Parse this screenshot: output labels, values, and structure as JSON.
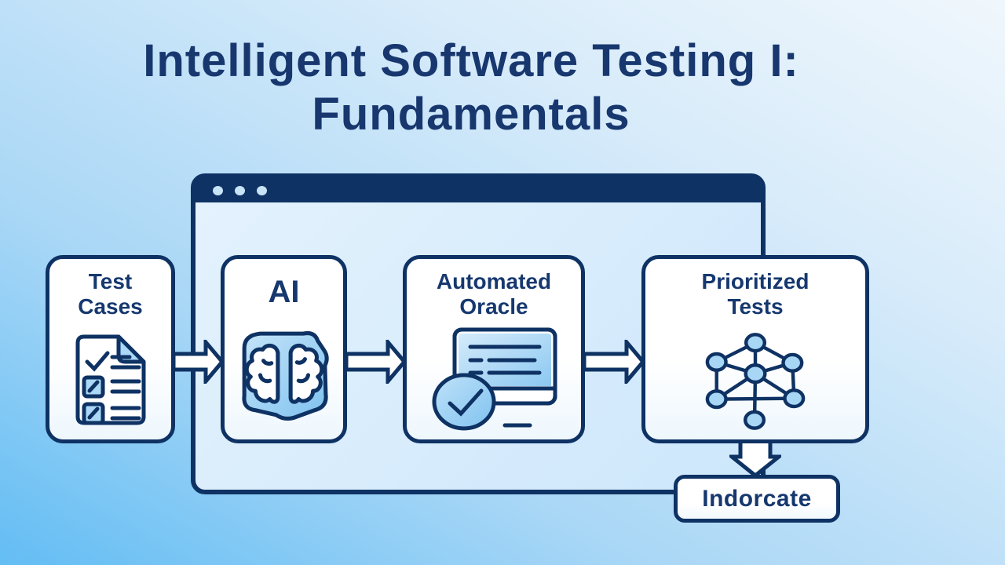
{
  "title": {
    "line1": "Intelligent Software Testing I:",
    "line2": "Fundamentals"
  },
  "window": {
    "kind": "browser-mockup",
    "traffic_dot_count": 3
  },
  "flow": {
    "nodes": [
      {
        "label1": "Test",
        "label2": "Cases",
        "icon": "checklist-document-icon"
      },
      {
        "label1": "AI",
        "label2": "",
        "icon": "ai-brain-chip-icon"
      },
      {
        "label1": "Automated",
        "label2": "Oracle",
        "icon": "oracle-report-check-icon"
      },
      {
        "label1": "Prioritized",
        "label2": "Tests",
        "icon": "priority-network-graph-icon"
      }
    ],
    "connectors": [
      "right-arrow",
      "right-arrow",
      "right-arrow",
      "down-arrow"
    ],
    "result_label": "Indorcate"
  },
  "colors": {
    "navy": "#0e3263",
    "text_navy": "#16386f",
    "light_blue_fill": "#a8d7f6",
    "icon_blue_start": "#bfe2f9",
    "icon_blue_end": "#7fc2ef",
    "window_content": "#cde7fb",
    "background_start": "#f0f7fc",
    "background_end": "#63bdf4",
    "box_fill": "#ffffff"
  }
}
